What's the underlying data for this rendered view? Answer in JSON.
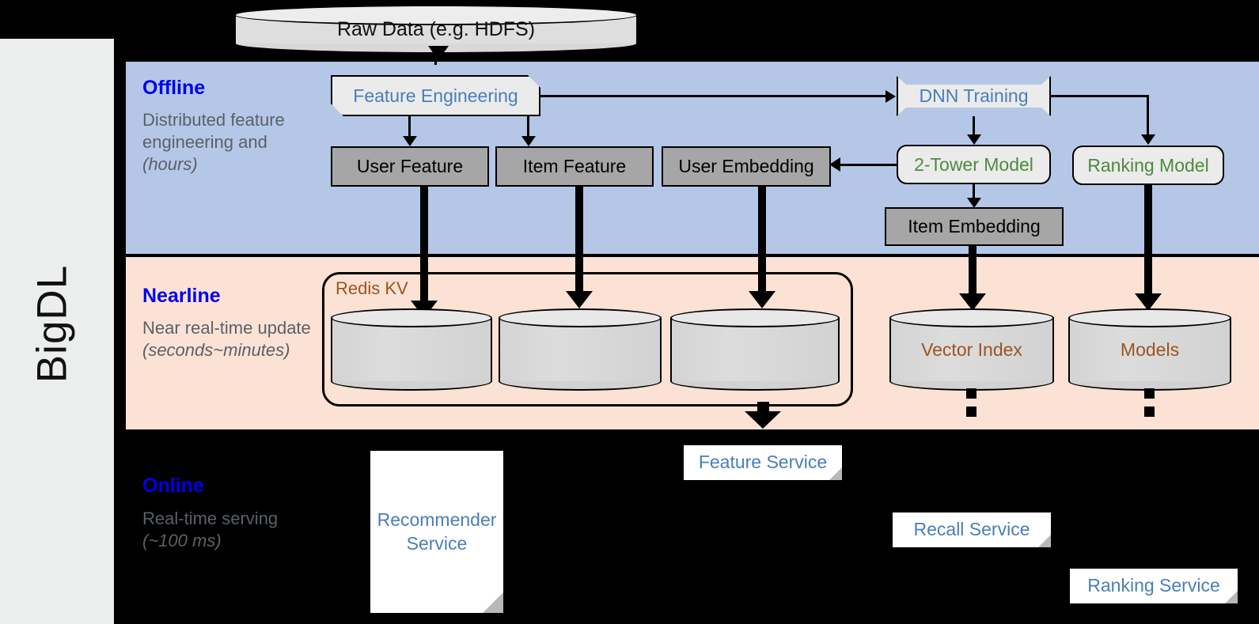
{
  "brand": {
    "name": "BigDL"
  },
  "source": {
    "label": "Raw Data (e.g. HDFS)",
    "icon": "cylinder-database-icon"
  },
  "bands": {
    "offline": {
      "title": "Offline",
      "description": "Distributed feature engineering and ",
      "description_italic": "(hours)",
      "color": "#b4c7e7"
    },
    "nearline": {
      "title": "Nearline",
      "description": "Near real-time update ",
      "description_italic": "(seconds~minutes)",
      "color": "#fbe2d5"
    },
    "online": {
      "title": "Online",
      "description": "Real-time serving ",
      "description_italic": "(~100 ms)",
      "color": "#000000"
    }
  },
  "offline_nodes": {
    "feature_engineering": {
      "label": "Feature Engineering",
      "text_color": "#4a7ebb"
    },
    "dnn_training": {
      "label": "DNN Training",
      "text_color": "#4a7ebb"
    },
    "user_feature": {
      "label": "User Feature",
      "text_color": "#000000"
    },
    "item_feature": {
      "label": "Item Feature",
      "text_color": "#000000"
    },
    "user_embedding": {
      "label": "User Embedding",
      "text_color": "#000000"
    },
    "two_tower_model": {
      "label": "2-Tower Model",
      "text_color": "#4e8a3d"
    },
    "ranking_model": {
      "label": "Ranking Model",
      "text_color": "#4e8a3d"
    },
    "item_embedding": {
      "label": "Item Embedding",
      "text_color": "#000000"
    }
  },
  "nearline_nodes": {
    "redis_kv": {
      "label": "Redis KV",
      "text_color": "#9c5420"
    },
    "store_user_feature": {
      "label": ""
    },
    "store_item_feature": {
      "label": ""
    },
    "store_user_embedding": {
      "label": ""
    },
    "vector_index": {
      "label": "Vector Index",
      "text_color": "#9c5420"
    },
    "models": {
      "label": "Models",
      "text_color": "#9c5420"
    }
  },
  "online_nodes": {
    "recommender_service": {
      "label": "Recommender Service",
      "text_color": "#4a7ebb"
    },
    "feature_service": {
      "label": "Feature Service",
      "text_color": "#4a7ebb"
    },
    "recall_service": {
      "label": "Recall Service",
      "text_color": "#4a7ebb"
    },
    "ranking_service": {
      "label": "Ranking Service",
      "text_color": "#4a7ebb"
    }
  },
  "colors": {
    "offline_band": "#b4c7e7",
    "nearline_band": "#fbe2d5",
    "online_band": "#000000",
    "gray_node": "#a6a6a6",
    "process_node": "#ebebeb",
    "blue_text": "#4a7ebb",
    "green_text": "#4e8a3d",
    "brown_text": "#9c5420",
    "band_title": "#0000ee",
    "band_desc": "#5b6068"
  }
}
